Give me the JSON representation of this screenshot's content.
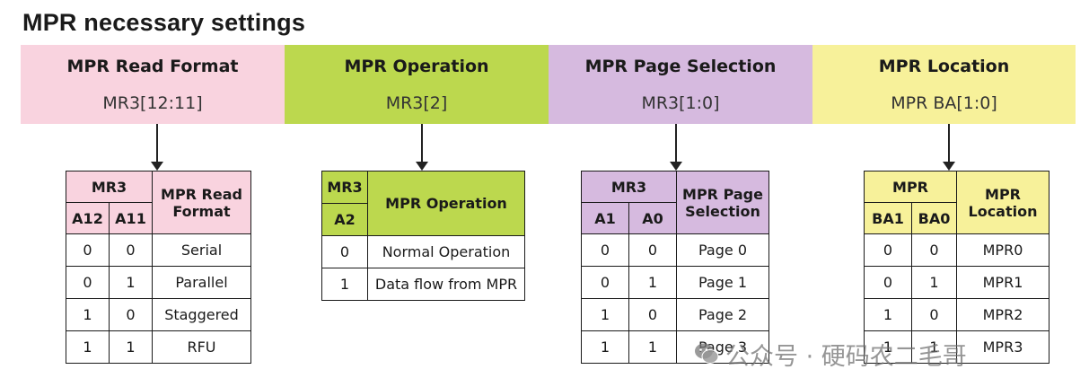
{
  "title": "MPR necessary settings",
  "bands": [
    {
      "name": "MPR Read Format",
      "reg": "MR3[12:11]",
      "color": "#f9d3df"
    },
    {
      "name": "MPR Operation",
      "reg": "MR3[2]",
      "color": "#bcd84e"
    },
    {
      "name": "MPR Page Selection",
      "reg": "MR3[1:0]",
      "color": "#d6badf"
    },
    {
      "name": "MPR Location",
      "reg": "MPR BA[1:0]",
      "color": "#f7f19a"
    }
  ],
  "tables": {
    "read_format": {
      "group": "MR3",
      "col_a": "A12",
      "col_b": "A11",
      "col_c": "MPR Read Format",
      "rows": [
        {
          "a": "0",
          "b": "0",
          "c": "Serial"
        },
        {
          "a": "0",
          "b": "1",
          "c": "Parallel"
        },
        {
          "a": "1",
          "b": "0",
          "c": "Staggered"
        },
        {
          "a": "1",
          "b": "1",
          "c": "RFU"
        }
      ]
    },
    "operation": {
      "group": "MR3",
      "col_a": "A2",
      "col_c": "MPR Operation",
      "rows": [
        {
          "a": "0",
          "c": "Normal Operation"
        },
        {
          "a": "1",
          "c": "Data flow from MPR"
        }
      ]
    },
    "page_selection": {
      "group": "MR3",
      "col_a": "A1",
      "col_b": "A0",
      "col_c": "MPR Page Selection",
      "rows": [
        {
          "a": "0",
          "b": "0",
          "c": "Page 0"
        },
        {
          "a": "0",
          "b": "1",
          "c": "Page 1"
        },
        {
          "a": "1",
          "b": "0",
          "c": "Page 2"
        },
        {
          "a": "1",
          "b": "1",
          "c": "Page 3"
        }
      ]
    },
    "location": {
      "group": "MPR",
      "col_a": "BA1",
      "col_b": "BA0",
      "col_c": "MPR Location",
      "rows": [
        {
          "a": "0",
          "b": "0",
          "c": "MPR0"
        },
        {
          "a": "0",
          "b": "1",
          "c": "MPR1"
        },
        {
          "a": "1",
          "b": "0",
          "c": "MPR2"
        },
        {
          "a": "1",
          "b": "1",
          "c": "MPR3"
        }
      ]
    }
  },
  "watermark": {
    "text": "公众号 · 硬码农二毛哥",
    "icon": "wechat-icon"
  }
}
